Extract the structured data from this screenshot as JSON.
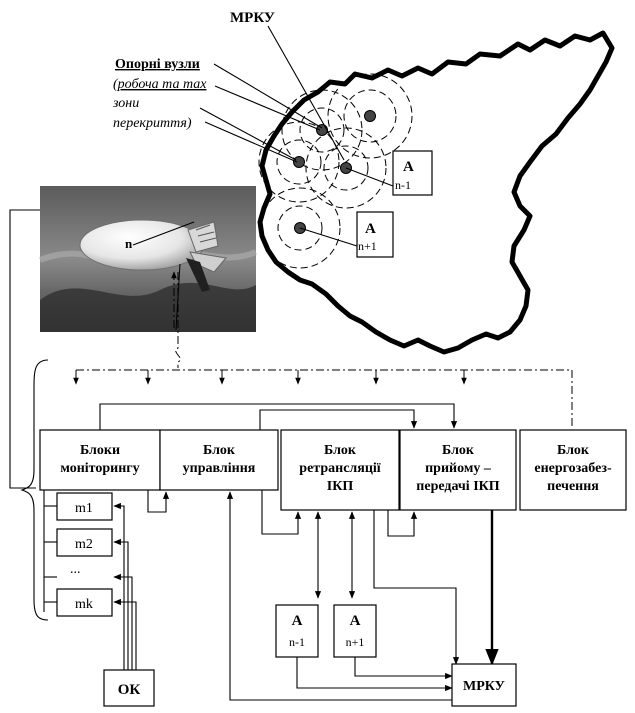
{
  "title_top": "МРКУ",
  "nodes_label": {
    "title": "Опорні вузли",
    "line1_open": "(",
    "line1_underlined": "робоча та тах",
    "line2": "зони",
    "line3_italic": "перекриття",
    "line3_close": ")"
  },
  "map_labels": {
    "a_upper_letter": "А",
    "a_upper_index": "n-1",
    "a_lower_letter": "А",
    "a_lower_index": "n+1"
  },
  "airship_label": "n",
  "blocks": {
    "monitoring_l1": "Блоки",
    "monitoring_l2": "моніторингу",
    "control_l1": "Блок",
    "control_l2": "управління",
    "relay_l1": "Блок",
    "relay_l2": "ретрансляції",
    "relay_l3": "ІКП",
    "rxtx_l1": "Блок",
    "rxtx_l2": "прийому –",
    "rxtx_l3": "передачі ІКП",
    "energy_l1": "Блок",
    "energy_l2": "енергозабез-",
    "energy_l3": "печення"
  },
  "monitors": [
    "m1",
    "m2",
    "...",
    "mk"
  ],
  "ok_label": "ОК",
  "bottom_a": {
    "a1_letter": "А",
    "a1_index": "n-1",
    "a2_letter": "А",
    "a2_index": "n+1"
  },
  "mrku_bottom": "МРКУ"
}
